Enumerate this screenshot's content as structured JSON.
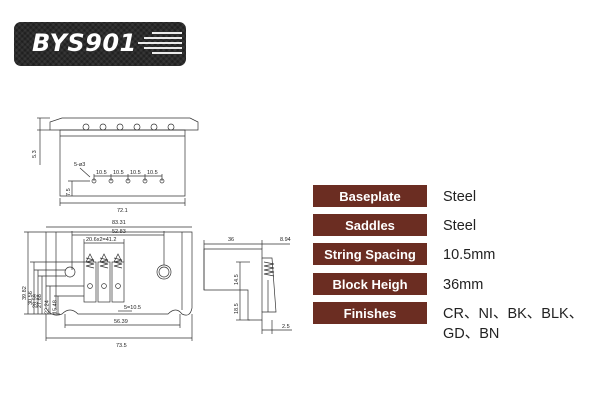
{
  "header": {
    "title": "BYS901"
  },
  "drawing": {
    "top_view": {
      "height_5_3": "5.3",
      "holes_label": "5-ø3",
      "spacing": [
        "10.5",
        "10.5",
        "10.5",
        "10.5"
      ],
      "height_7_5": "7.5",
      "width_72_1": "72.1"
    },
    "front_view": {
      "w_83_31": "83.31",
      "w_52_83": "52.83",
      "spacing_formula": "20.6x2=41.2",
      "spacing_5": "5=10.5",
      "w_56_39": "56.39",
      "w_73_5": "73.5",
      "h_39_82": "39.82",
      "h_30_56": "30.56",
      "h_28_59": "28.59",
      "h_27_68": "27.68",
      "h_22_24": "22.24",
      "h_15_48": "15.48"
    },
    "side_view": {
      "w_36": "36",
      "w_8_94": "8.94",
      "h_14_5": "14.5",
      "h_18_5": "18.5",
      "w_2_5": "2.5"
    }
  },
  "specs": [
    {
      "label": "Baseplate",
      "value": "Steel"
    },
    {
      "label": "Saddles",
      "value": "Steel"
    },
    {
      "label": "String Spacing",
      "value": "10.5mm"
    },
    {
      "label": "Block Heigh",
      "value": "36mm"
    },
    {
      "label": "Finishes",
      "value": "CR、NI、BK、BLK、\nGD、BN"
    }
  ]
}
